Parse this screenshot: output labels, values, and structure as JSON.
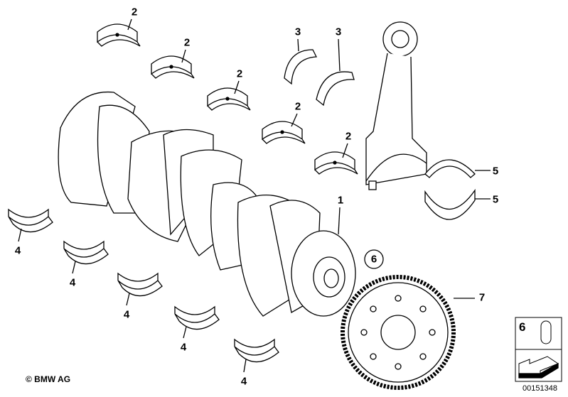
{
  "diagram": {
    "callouts": {
      "bearing_upper": "2",
      "thrust_washer": "3",
      "crankshaft": "1",
      "lower_bearing": "4",
      "conrod_bearing": "5",
      "dowel_circle": "6",
      "increment_wheel": "7"
    },
    "legend": {
      "number": "6"
    },
    "copyright": "© BMW AG",
    "document_number": "00151348"
  }
}
